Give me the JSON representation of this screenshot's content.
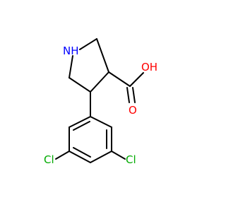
{
  "molecule": {
    "atoms": {
      "nh": {
        "label": "NH",
        "color": "#0000ff"
      },
      "oh": {
        "label": "OH",
        "color": "#ff0000"
      },
      "o": {
        "label": "O",
        "color": "#ff0000"
      },
      "cl_left": {
        "label": "Cl",
        "color": "#00aa00"
      },
      "cl_right": {
        "label": "Cl",
        "color": "#00aa00"
      }
    },
    "colors": {
      "bond": "#000000",
      "background": "#ffffff"
    }
  }
}
